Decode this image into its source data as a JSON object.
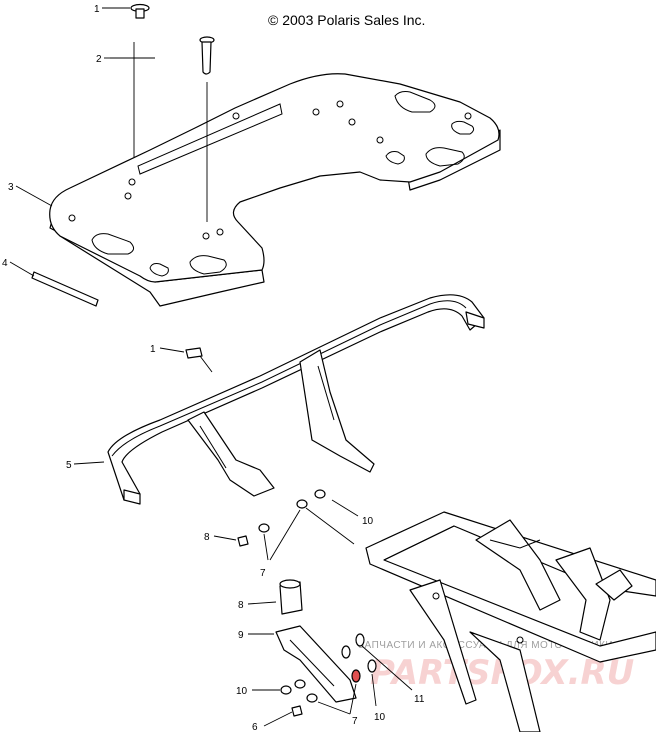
{
  "copyright": "© 2003 Polaris Sales Inc.",
  "watermark": {
    "small_text": "ЗАПЧАСТИ И АКСЕССУАРЫ ДЛЯ МОТОТЕХНИКИ",
    "brand": "PARTSFOX.RU"
  },
  "callouts": {
    "c1_top": "1",
    "c2": "2",
    "c3": "3",
    "c4": "4",
    "c1_mid": "1",
    "c5": "5",
    "c10_a": "10",
    "c8_a": "8",
    "c7_a": "7",
    "c8_b": "8",
    "c9": "9",
    "c10_b": "10",
    "c6": "6",
    "c7_b": "7",
    "c10_c": "10",
    "c11": "11"
  },
  "colors": {
    "line": "#000000",
    "background": "#ffffff",
    "washer_highlight": "#e05050",
    "watermark_red": "#f7d2d2",
    "watermark_gray": "#9e9e9e"
  }
}
